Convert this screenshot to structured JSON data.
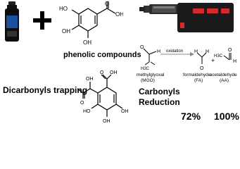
{
  "labels": {
    "phenolic": "phenolic compounds",
    "dicarbonyls": "Dicarbonyls trapping",
    "carbonyls": "Carbonyls",
    "reduction": "Reduction",
    "pct_fa": "72%",
    "pct_aa": "100%"
  },
  "reaction": {
    "oxidation": "oxidation",
    "plus": "+",
    "mgo_name": "methylglyoxal",
    "mgo_abbr": "(MGO)",
    "fa_name": "formaldehyde",
    "fa_abbr": "(FA)",
    "aa_name": "acetaldehyde",
    "aa_abbr": "(AA)"
  },
  "atoms": {
    "oh": "OH",
    "ho": "HO",
    "o": "O",
    "h": "H",
    "ch3": "H3C"
  },
  "colors": {
    "device_body": "#1a1a1a",
    "device_accent": "#d42a2a",
    "bottle_label": "#1c4fa0",
    "arrow": "#888888"
  }
}
